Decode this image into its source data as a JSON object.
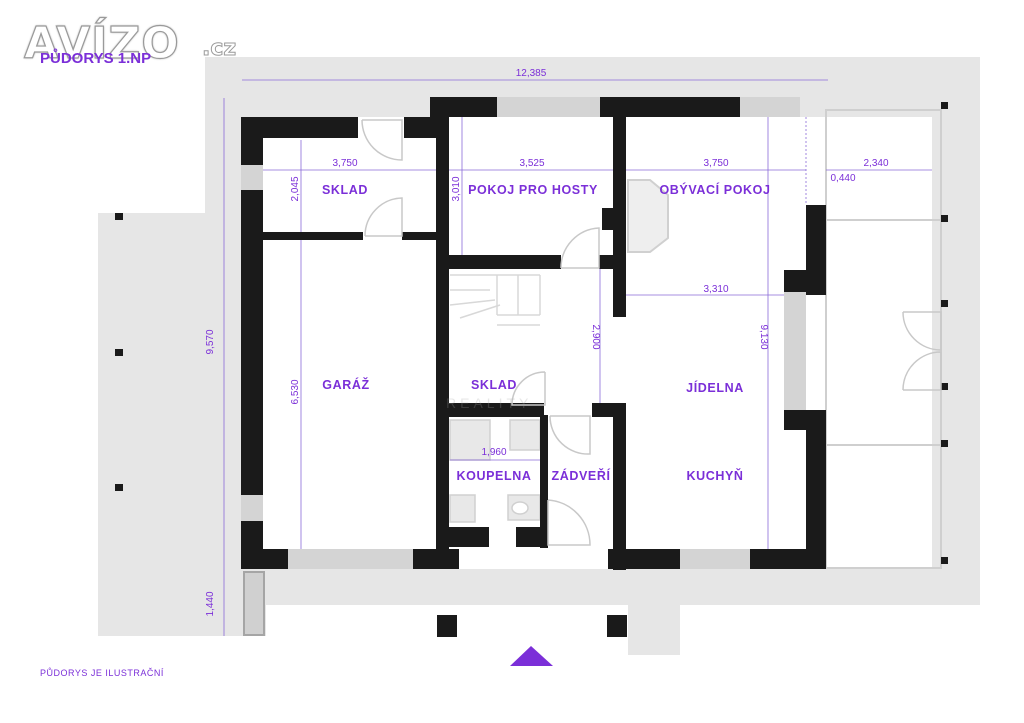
{
  "logo": {
    "text": "AVÍZO",
    "tld": ".cz"
  },
  "plan_title": "PŮDORYS 1.NP",
  "disclaimer": "PŮDORYS JE ILUSTRAČNÍ",
  "watermark": "REALITY",
  "rooms": {
    "sklad_1": "SKLAD",
    "pokoj_pro_hosty": "POKOJ PRO HOSTY",
    "obyvaci_pokoj": "OBÝVACÍ POKOJ",
    "garaz": "GARÁŽ",
    "sklad_2": "SKLAD",
    "jidelna": "JÍDELNA",
    "koupelna": "KOUPELNA",
    "zadveri": "ZÁDVEŘÍ",
    "kuchyn": "KUCHYŇ"
  },
  "dimensions": {
    "overall_width": "12,385",
    "sklad_width": "3,750",
    "pokoj_width": "3,525",
    "obyvaci_width": "3,750",
    "terrace_width": "2,340",
    "sklad_depth": "2,045",
    "pokoj_depth": "3,010",
    "niche": "0,440",
    "jidelna_width": "3,310",
    "overall_depth": "9,570",
    "garaz_depth": "6,530",
    "hall_depth": "2,900",
    "living_depth": "9,130",
    "koupelna_width": "1,960",
    "entrance_depth": "1,440"
  },
  "colors": {
    "wall": "#1a1a1a",
    "surround": "#e6e6e6",
    "window": "#d4d4d4",
    "label": "#7b2fd8",
    "dimension": "#7b2fd8"
  }
}
